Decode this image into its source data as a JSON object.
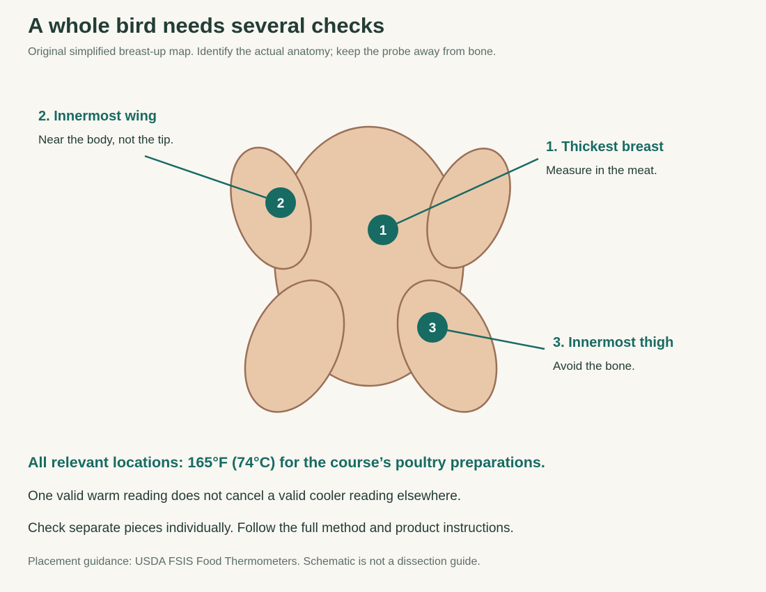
{
  "header": {
    "title": "A whole bird needs several checks",
    "subtitle": "Original simplified breast-up map. Identify the actual anatomy; keep the probe away from bone."
  },
  "callouts": [
    {
      "title": "1. Thickest breast",
      "description": "Measure in the meat.",
      "marker": "1"
    },
    {
      "title": "2. Innermost wing",
      "description": "Near the body, not the tip.",
      "marker": "2"
    },
    {
      "title": "3. Innermost thigh",
      "description": "Avoid the bone.",
      "marker": "3"
    }
  ],
  "summary": {
    "headline": "All relevant locations: 165°F (74°C) for the course’s poultry preparations.",
    "lines": [
      "One valid warm reading does not cancel a valid cooler reading elsewhere.",
      "Check separate pieces individually. Follow the full method and product instructions."
    ]
  },
  "footnote": "Placement guidance: USDA FSIS Food Thermometers. Schematic is not a dissection guide.",
  "colors": {
    "accent": "#176b63",
    "skin_fill": "#e9c8aa",
    "skin_stroke": "#9a7058",
    "background": "#f9f7f2"
  }
}
